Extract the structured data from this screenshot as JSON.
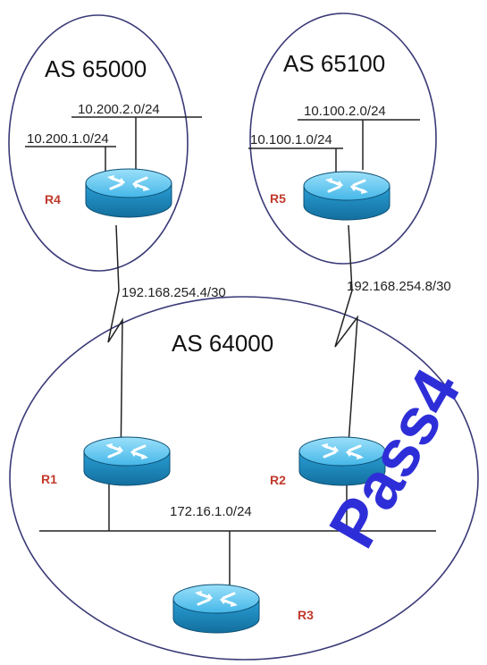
{
  "autonomous_systems": {
    "as65000": "AS 65000",
    "as65100": "AS 65100",
    "as64000": "AS 64000"
  },
  "networks": {
    "r4_lan2": "10.200.2.0/24",
    "r4_lan1": "10.200.1.0/24",
    "r5_lan2": "10.100.2.0/24",
    "r5_lan1": "10.100.1.0/24",
    "link_r4_r1": "192.168.254.4/30",
    "link_r5_r2": "192.168.254.8/30",
    "core_lan": "172.16.1.0/24"
  },
  "routers": {
    "r1": "R1",
    "r2": "R2",
    "r3": "R3",
    "r4": "R4",
    "r5": "R5"
  },
  "watermark": "Pass4",
  "colors": {
    "router_body": "#2a9fd6",
    "router_top": "#7fd3f5",
    "router_label": "#c0392b",
    "watermark": "#2e2ed8",
    "as_border": "#3a3a78"
  }
}
